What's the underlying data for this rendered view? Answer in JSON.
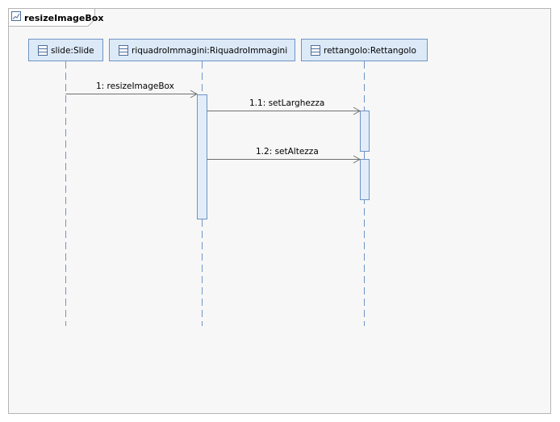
{
  "diagram": {
    "type": "sequence",
    "frame": {
      "title": "resizeImageBox",
      "icon": "sequence-diagram-icon"
    },
    "lifelines": [
      {
        "id": "slide",
        "label": "slide:Slide",
        "icon": "class-icon"
      },
      {
        "id": "riquadro",
        "label": "riquadroImmagini:RiquadroImmagini",
        "icon": "class-icon"
      },
      {
        "id": "rettangolo",
        "label": "rettangolo:Rettangolo",
        "icon": "class-icon"
      }
    ],
    "messages": [
      {
        "label": "1: resizeImageBox",
        "from": "slide",
        "to": "riquadro"
      },
      {
        "label": "1.1: setLarghezza",
        "from": "riquadro",
        "to": "rettangolo"
      },
      {
        "label": "1.2: setAltezza",
        "from": "riquadro",
        "to": "rettangolo"
      }
    ],
    "colors": {
      "frame_background": "#f7f7f7",
      "frame_border": "#b4b4b4",
      "lifeline_head_fill": "#dce9f7",
      "lifeline_head_border": "#6f94c5",
      "lifeline_dash": "#6f94c5",
      "activation_fill": "#e3ecf9",
      "activation_border": "#6f94c5",
      "message_line": "#707070"
    }
  }
}
